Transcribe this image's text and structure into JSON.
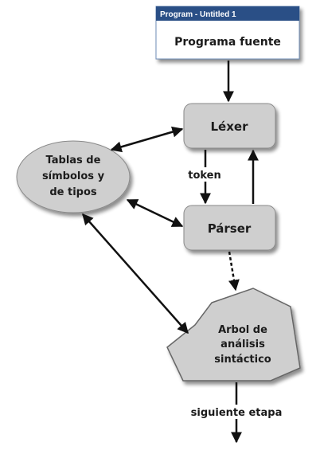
{
  "window": {
    "title": "Program - Untitled 1",
    "body_text": "Programa fuente",
    "title_bar_color": "#2a4f86"
  },
  "nodes": {
    "lexer": {
      "label": "Léxer"
    },
    "parser": {
      "label": "Párser"
    },
    "symbol_tables": {
      "lines": [
        "Tablas de",
        "símbolos y",
        "de tipos"
      ]
    },
    "syntax_tree": {
      "lines": [
        "Arbol de",
        "análisis",
        "sintáctico"
      ]
    }
  },
  "edges": {
    "token_label": "token",
    "next_stage_label": "siguiente etapa"
  },
  "colors": {
    "node_fill": "#cfcfcf",
    "node_stroke": "#8a8a8a",
    "arrow": "#111111",
    "shadow": "#b5b5b5"
  }
}
